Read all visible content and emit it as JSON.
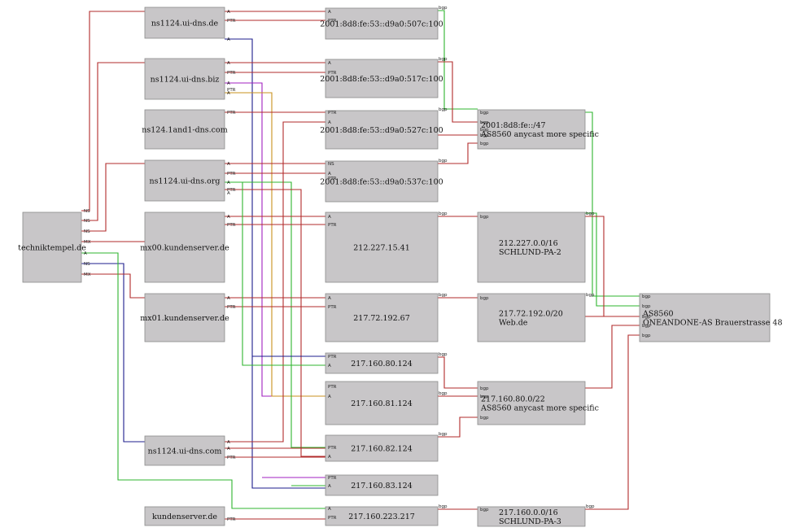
{
  "colors": {
    "red": "#b22b2b",
    "navy": "#1c1c8c",
    "purple": "#a020c0",
    "orange": "#c8901c",
    "green": "#2fb52f",
    "node_fill": "#c8c6c8"
  },
  "nodes": {
    "technik": {
      "lines": [
        "techniktempel.de"
      ],
      "ports": [
        "NS",
        "NS",
        "NS",
        "MX",
        "A",
        "NS",
        "MX"
      ]
    },
    "ns_de": {
      "lines": [
        "ns1124.ui-dns.de"
      ],
      "ports": [
        "A",
        "PTR",
        "A"
      ]
    },
    "ns_biz": {
      "lines": [
        "ns1124.ui-dns.biz"
      ],
      "ports": [
        "A",
        "PTR",
        "A",
        "PTR",
        "A"
      ]
    },
    "ns124": {
      "lines": [
        "ns124.1and1-dns.com"
      ],
      "ports": [
        "PTR"
      ]
    },
    "ns_org": {
      "lines": [
        "ns1124.ui-dns.org"
      ],
      "ports": [
        "A",
        "PTR",
        "A",
        "PTR",
        "A"
      ]
    },
    "mx00": {
      "lines": [
        "mx00.kundenserver.de"
      ],
      "ports": [
        "A",
        "PTR"
      ]
    },
    "mx01": {
      "lines": [
        "mx01.kundenserver.de"
      ],
      "ports": [
        "A",
        "PTR"
      ]
    },
    "ns_com": {
      "lines": [
        "ns1124.ui-dns.com"
      ],
      "ports": [
        "A",
        "A",
        "PTR"
      ]
    },
    "kunden": {
      "lines": [
        "kundenserver.de"
      ],
      "ports": [
        "PTR"
      ]
    },
    "ip6_507": {
      "lines": [
        "2001:8d8:fe:53::d9a0:507c:100"
      ],
      "ports": [
        "A",
        "PTR",
        "bgp"
      ]
    },
    "ip6_517": {
      "lines": [
        "2001:8d8:fe:53::d9a0:517c:100"
      ],
      "ports": [
        "A",
        "PTR",
        "bgp"
      ]
    },
    "ip6_527": {
      "lines": [
        "2001:8d8:fe:53::d9a0:527c:100"
      ],
      "ports": [
        "PTR",
        "A",
        "bgp"
      ]
    },
    "ip6_537": {
      "lines": [
        "2001:8d8:fe:53::d9a0:537c:100"
      ],
      "ports": [
        "NS",
        "A",
        "PTR",
        "bgp"
      ]
    },
    "ip_212": {
      "lines": [
        "212.227.15.41"
      ],
      "ports": [
        "A",
        "PTR",
        "bgp"
      ]
    },
    "ip_217_72": {
      "lines": [
        "217.72.192.67"
      ],
      "ports": [
        "A",
        "PTR",
        "bgp"
      ]
    },
    "ip_80": {
      "lines": [
        "217.160.80.124"
      ],
      "ports": [
        "PTR",
        "A",
        "bgp"
      ]
    },
    "ip_81": {
      "lines": [
        "217.160.81.124"
      ],
      "ports": [
        "PTR",
        "A",
        "bgp"
      ]
    },
    "ip_82": {
      "lines": [
        "217.160.82.124"
      ],
      "ports": [
        "PTR",
        "A",
        "bgp"
      ]
    },
    "ip_83": {
      "lines": [
        "217.160.83.124"
      ],
      "ports": [
        "PTR",
        "A"
      ]
    },
    "ip_223": {
      "lines": [
        "217.160.223.217"
      ],
      "ports": [
        "A",
        "PTR",
        "bgp"
      ]
    },
    "p6": {
      "lines": [
        "2001:8d8:fe::/47",
        "AS8560 anycast more specific"
      ],
      "ports": [
        "bgp",
        "bgp",
        "bgp",
        "bgp",
        "bgp"
      ]
    },
    "p212": {
      "lines": [
        "212.227.0.0/16",
        "SCHLUND-PA-2"
      ],
      "ports": [
        "bgp",
        "bgp"
      ]
    },
    "p217_72": {
      "lines": [
        "217.72.192.0/20",
        "Web.de"
      ],
      "ports": [
        "bgp",
        "bgp"
      ]
    },
    "p80": {
      "lines": [
        "217.160.80.0/22",
        "AS8560 anycast more specific"
      ],
      "ports": [
        "bgp",
        "bgp",
        "bgp"
      ]
    },
    "p0": {
      "lines": [
        "217.160.0.0/16",
        "SCHLUND-PA-3"
      ],
      "ports": [
        "bgp",
        "bgp"
      ]
    },
    "as": {
      "lines": [
        "AS8560",
        "ONEANDONE-AS Brauerstrasse 48"
      ],
      "ports": [
        "bgp",
        "bgp",
        "bgp",
        "bgp",
        "bgp"
      ]
    }
  },
  "edges": [
    {
      "from": "technik",
      "to": "ns_de",
      "label": "NS",
      "color": "red"
    },
    {
      "from": "technik",
      "to": "ns_biz",
      "label": "NS",
      "color": "red"
    },
    {
      "from": "technik",
      "to": "ns_org",
      "label": "NS",
      "color": "red"
    },
    {
      "from": "technik",
      "to": "ns_com",
      "label": "NS",
      "color": "navy"
    },
    {
      "from": "technik",
      "to": "mx00",
      "label": "MX",
      "color": "red"
    },
    {
      "from": "technik",
      "to": "mx01",
      "label": "MX",
      "color": "red"
    },
    {
      "from": "technik",
      "to": "ip_223",
      "label": "A",
      "color": "green"
    },
    {
      "from": "ns_de",
      "to": "ip6_507",
      "label": "A",
      "color": "red"
    },
    {
      "from": "ns_de",
      "to": "ip6_507",
      "label": "PTR",
      "color": "red"
    },
    {
      "from": "ns_de",
      "to": "ip_83",
      "label": "A",
      "color": "navy"
    },
    {
      "from": "ns_biz",
      "to": "ip6_517",
      "label": "A",
      "color": "red"
    },
    {
      "from": "ns_biz",
      "to": "ip6_517",
      "label": "PTR",
      "color": "red"
    },
    {
      "from": "ns_biz",
      "to": "ip_81",
      "label": "A",
      "color": "purple"
    },
    {
      "from": "ns_biz",
      "to": "ip_81",
      "label": "PTR",
      "color": "orange"
    },
    {
      "from": "ns124",
      "to": "ip6_527",
      "label": "PTR",
      "color": "red"
    },
    {
      "from": "ns_org",
      "to": "ip6_537",
      "label": "A",
      "color": "red"
    },
    {
      "from": "ns_org",
      "to": "ip6_537",
      "label": "PTR",
      "color": "red"
    },
    {
      "from": "ns_org",
      "to": "ip_82",
      "label": "A",
      "color": "green"
    },
    {
      "from": "ns_org",
      "to": "ip_82",
      "label": "PTR",
      "color": "red"
    },
    {
      "from": "mx00",
      "to": "ip_212",
      "label": "A",
      "color": "red"
    },
    {
      "from": "mx00",
      "to": "ip_212",
      "label": "PTR",
      "color": "red"
    },
    {
      "from": "mx01",
      "to": "ip_217_72",
      "label": "A",
      "color": "red"
    },
    {
      "from": "mx01",
      "to": "ip_217_72",
      "label": "PTR",
      "color": "red"
    },
    {
      "from": "ns_com",
      "to": "ip6_527",
      "label": "A",
      "color": "red"
    },
    {
      "from": "ns_com",
      "to": "ip_82",
      "label": "A",
      "color": "red"
    },
    {
      "from": "ns_com",
      "to": "ip_82",
      "label": "PTR",
      "color": "red"
    },
    {
      "from": "kunden",
      "to": "ip_223",
      "label": "PTR",
      "color": "red"
    },
    {
      "from": "ip6_507",
      "to": "p6",
      "label": "bgp",
      "color": "green"
    },
    {
      "from": "ip6_517",
      "to": "p6",
      "label": "bgp",
      "color": "red"
    },
    {
      "from": "ip6_527",
      "to": "p6",
      "label": "bgp",
      "color": "red"
    },
    {
      "from": "ip6_537",
      "to": "p6",
      "label": "bgp",
      "color": "red"
    },
    {
      "from": "ip_212",
      "to": "p212",
      "label": "bgp",
      "color": "red"
    },
    {
      "from": "ip_217_72",
      "to": "p217_72",
      "label": "bgp",
      "color": "red"
    },
    {
      "from": "ip_80",
      "to": "p80",
      "label": "bgp",
      "color": "red"
    },
    {
      "from": "ip_81",
      "to": "p80",
      "label": "bgp",
      "color": "red"
    },
    {
      "from": "ip_82",
      "to": "p80",
      "label": "bgp",
      "color": "red"
    },
    {
      "from": "ip_223",
      "to": "p0",
      "label": "bgp",
      "color": "red"
    },
    {
      "from": "p6",
      "to": "as",
      "label": "bgp",
      "color": "green"
    },
    {
      "from": "p212",
      "to": "as",
      "label": "bgp",
      "color": "green"
    },
    {
      "from": "p212",
      "to": "as",
      "label": "bgp",
      "color": "red"
    },
    {
      "from": "p217_72",
      "to": "as",
      "label": "bgp",
      "color": "red"
    },
    {
      "from": "p80",
      "to": "as",
      "label": "bgp",
      "color": "red"
    },
    {
      "from": "p0",
      "to": "as",
      "label": "bgp",
      "color": "red"
    },
    {
      "from": "ip_80",
      "to": "ns_de",
      "label": "PTR",
      "color": "navy"
    },
    {
      "from": "ip_80",
      "to": "ns_org",
      "label": "A",
      "color": "green"
    },
    {
      "from": "ip_83",
      "to": "ns_biz",
      "label": "PTR",
      "color": "purple"
    },
    {
      "from": "ip_83",
      "to": "ns_org",
      "label": "A",
      "color": "green"
    }
  ]
}
